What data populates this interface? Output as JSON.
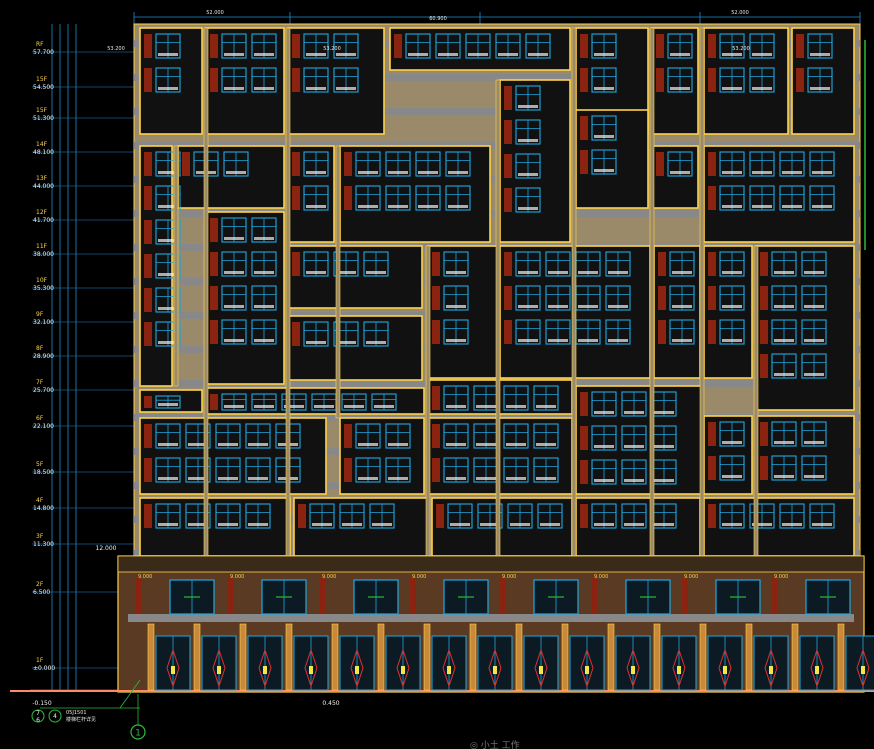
{
  "levels": [
    {
      "floor": "RF",
      "elev": "57.700"
    },
    {
      "floor": "15F",
      "elev": "54.500"
    },
    {
      "floor": "15F",
      "elev": "51.300"
    },
    {
      "floor": "14F",
      "elev": "48.100"
    },
    {
      "floor": "13F",
      "elev": "44.000"
    },
    {
      "floor": "12F",
      "elev": "41.700"
    },
    {
      "floor": "11F",
      "elev": "38.000"
    },
    {
      "floor": "10F",
      "elev": "35.300"
    },
    {
      "floor": "9F",
      "elev": "32.100"
    },
    {
      "floor": "8F",
      "elev": "28.900"
    },
    {
      "floor": "7F",
      "elev": "25.700"
    },
    {
      "floor": "6F",
      "elev": "22.100"
    },
    {
      "floor": "5F",
      "elev": "18.500"
    },
    {
      "floor": "4F",
      "elev": "14.800"
    },
    {
      "floor": "3F",
      "elev": "11.300"
    },
    {
      "floor": "2F",
      "elev": "6.500"
    },
    {
      "floor": "1F",
      "elev": "±0.000"
    }
  ],
  "ground_elev": "-0.150",
  "podium_elev": "12.000",
  "top_dims": [
    "52.000",
    "60.900",
    "52.000"
  ],
  "roof_tags": [
    "53.200",
    "53.200",
    "53.200"
  ],
  "shop_elevs": [
    "9.000",
    "9.000",
    "9.000",
    "9.000",
    "9.000",
    "9.000",
    "9.000",
    "9.000"
  ],
  "bottom_dim": "0.450",
  "grid_axis": "1",
  "detail_tags": [
    "7",
    "6",
    "4"
  ],
  "detail_note": "05J1501",
  "detail_note2": "楼梯栏杆详见",
  "watermark": "◎ 小土 工作",
  "colors": {
    "background": "#000000",
    "outline": "#ffd24a",
    "panel": "#9a8a6a",
    "brick": "#8a2410",
    "window": "#1ea8e0",
    "slab": "#888888",
    "dimension": "#1e8cd0",
    "axis": "#2dbb3a",
    "ground": "#ff8866"
  }
}
